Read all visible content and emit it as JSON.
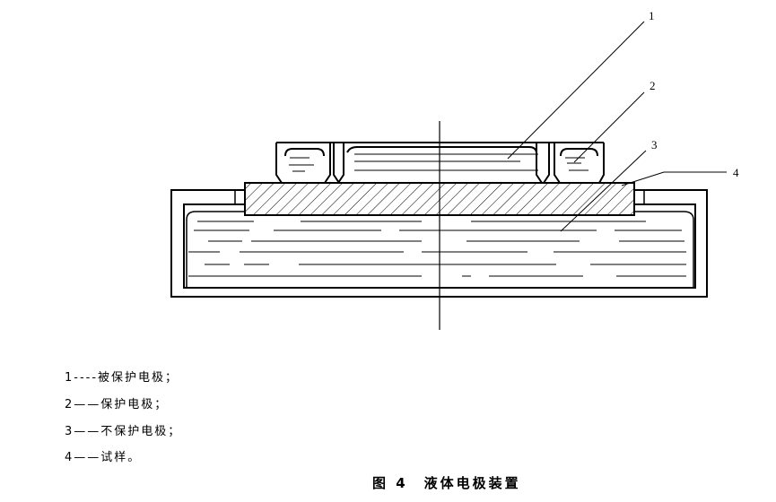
{
  "callouts": [
    "1",
    "2",
    "3",
    "4"
  ],
  "legend": [
    {
      "num": "1",
      "dash": "----",
      "text": "被保护电极；"
    },
    {
      "num": "2",
      "dash": "——",
      "text": "保护电极；"
    },
    {
      "num": "3",
      "dash": "——",
      "text": "不保护电极；"
    },
    {
      "num": "4",
      "dash": "——",
      "text": "试样。"
    }
  ],
  "caption": {
    "fig": "图 4",
    "title": "液体电极装置"
  }
}
